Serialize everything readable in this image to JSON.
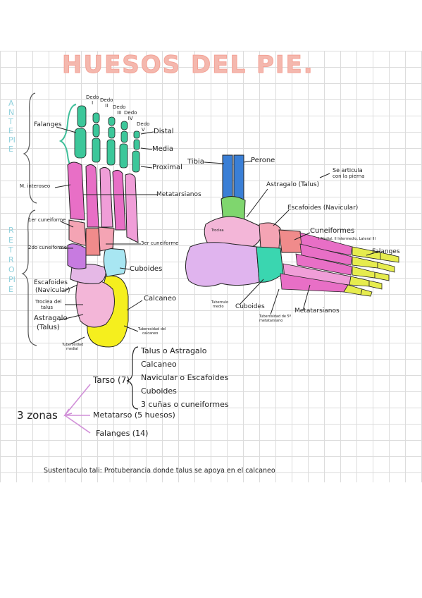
{
  "title": "HUESOS DEL PIE.",
  "colors": {
    "title": "#f4b8ae",
    "side_label": "#8fd0dc",
    "bracket_green": "#3fbf9a",
    "phalanx": "#3cc79a",
    "metatarsal": "#e86fc6",
    "metatarsal_light": "#f09ed8",
    "cuneiform_1": "#f4a4b4",
    "cuneiform_2": "#f08b8b",
    "cuneiform_3": "#c77be0",
    "cuboid": "#a8e6f2",
    "navicular": "#e5b8e6",
    "talus": "#f3b6d8",
    "calcaneus": "#f5ef1e",
    "calcaneus_lateral": "#e0b4ee",
    "tibia": "#3a7fd6",
    "fibula": "#3a7fd6",
    "talus_lateral": "#7fd66e",
    "phalanx_lateral": "#e6ec4e",
    "zone_arrow": "#d18fd8"
  },
  "side_labels": {
    "antepie": "ANTEPIE",
    "retropie": "RETROPIE"
  },
  "dorsal": {
    "toe_labels": [
      {
        "line1": "Dedo",
        "line2": "I"
      },
      {
        "line1": "Dedo",
        "line2": "II"
      },
      {
        "line1": "Dedo",
        "line2": "III"
      },
      {
        "line1": "Dedo",
        "line2": "IV"
      },
      {
        "line1": "Dedo",
        "line2": "V"
      }
    ],
    "labels": {
      "falanges": "Falanges",
      "distal": "Distal",
      "media": "Media",
      "proximal": "Proximal",
      "metatarsianos": "Metatarsianos",
      "m_interoseo": "M. interoseo",
      "cuneiforme_1": "1er cuneiforme",
      "cuneiforme_2": "2do cuneiforme",
      "cuneiforme_3": "3er cuneiforme",
      "cuboides": "Cuboides",
      "escafoides": "Escafoides",
      "navicular": "(Navicular)",
      "troclea_1": "Troclea del",
      "troclea_2": "talus",
      "astragalo": "Astragalo",
      "talus": "(Talus)",
      "calcaneo": "Calcaneo",
      "tuberosidad_calcaneo_1": "Tuberosidad del",
      "tuberosidad_calcaneo_2": "calcaneo",
      "tuberosidad_medial_1": "Tuberosidad",
      "tuberosidad_medial_2": "medial"
    }
  },
  "lateral": {
    "labels": {
      "tibia": "Tibia",
      "perone": "Perone",
      "astragalo": "Astragalo (Talus)",
      "nota_1": "Se articula",
      "nota_2": "con la pierna",
      "escafoides": "Escafoides (Navicular)",
      "cuneiformes": "Cuneiformes",
      "cuneiformes_sub": "I Medial, II Intermedio, Lateral III",
      "falanges": "Falanges",
      "cuboides": "Cuboides",
      "metatarsianos": "Metatarsianos",
      "tuberosidad_5": "Tuberosidad de 5º metatarsiano",
      "tuberculo_1": "Tuberculo",
      "tuberculo_2": "medio",
      "troclea": "Troclea"
    }
  },
  "summary": {
    "tarso": "Tarso (7)",
    "tarso_items": [
      "Talus o Astragalo",
      "Calcaneo",
      "Navicular o Escafoides",
      "Cuboides",
      "3 cuñas o cuneiformes"
    ],
    "zonas": "3 zonas",
    "metatarso": "Metatarso (5 huesos)",
    "falanges": "Falanges (14)"
  },
  "note": "Sustentaculo tali: Protuberancia donde talus se apoya en el calcaneo"
}
